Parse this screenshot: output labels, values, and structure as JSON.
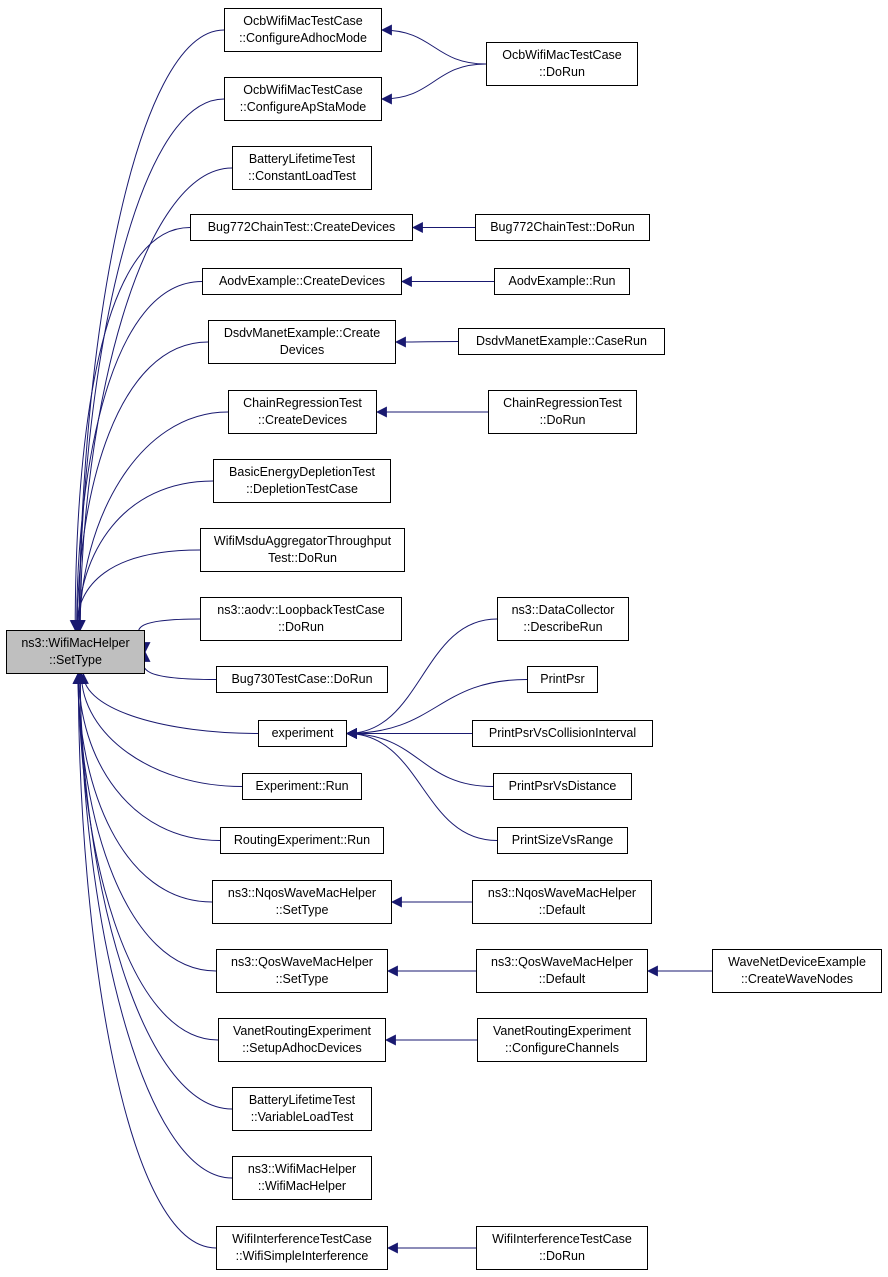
{
  "diagram": {
    "edge_color": "#191970",
    "root_fill": "#bfbfbf",
    "nodes": [
      {
        "id": "root",
        "lines": [
          "ns3::WifiMacHelper",
          "::SetType"
        ],
        "root": true
      },
      {
        "id": "ocb-adhoc",
        "lines": [
          "OcbWifiMacTestCase",
          "::ConfigureAdhocMode"
        ]
      },
      {
        "id": "ocb-apsta",
        "lines": [
          "OcbWifiMacTestCase",
          "::ConfigureApStaMode"
        ]
      },
      {
        "id": "ocb-dorun",
        "lines": [
          "OcbWifiMacTestCase",
          "::DoRun"
        ]
      },
      {
        "id": "battery-constant",
        "lines": [
          "BatteryLifetimeTest",
          "::ConstantLoadTest"
        ]
      },
      {
        "id": "bug772-create",
        "lines": [
          "Bug772ChainTest::CreateDevices"
        ]
      },
      {
        "id": "bug772-dorun",
        "lines": [
          "Bug772ChainTest::DoRun"
        ]
      },
      {
        "id": "aodv-create",
        "lines": [
          "AodvExample::CreateDevices"
        ]
      },
      {
        "id": "aodv-run",
        "lines": [
          "AodvExample::Run"
        ]
      },
      {
        "id": "dsdv-create",
        "lines": [
          "DsdvManetExample::Create",
          "Devices"
        ]
      },
      {
        "id": "dsdv-caserun",
        "lines": [
          "DsdvManetExample::CaseRun"
        ]
      },
      {
        "id": "chain-create",
        "lines": [
          "ChainRegressionTest",
          "::CreateDevices"
        ]
      },
      {
        "id": "chain-dorun",
        "lines": [
          "ChainRegressionTest",
          "::DoRun"
        ]
      },
      {
        "id": "basic-energy",
        "lines": [
          "BasicEnergyDepletionTest",
          "::DepletionTestCase"
        ]
      },
      {
        "id": "msdu-dorun",
        "lines": [
          "WifiMsduAggregatorThroughput",
          "Test::DoRun"
        ]
      },
      {
        "id": "aodv-loopback",
        "lines": [
          "ns3::aodv::LoopbackTestCase",
          "::DoRun"
        ]
      },
      {
        "id": "bug730-dorun",
        "lines": [
          "Bug730TestCase::DoRun"
        ]
      },
      {
        "id": "experiment-fn",
        "lines": [
          "experiment"
        ]
      },
      {
        "id": "datacollector",
        "lines": [
          "ns3::DataCollector",
          "::DescribeRun"
        ]
      },
      {
        "id": "printpsr",
        "lines": [
          "PrintPsr"
        ]
      },
      {
        "id": "printpsr-collision",
        "lines": [
          "PrintPsrVsCollisionInterval"
        ]
      },
      {
        "id": "printpsr-distance",
        "lines": [
          "PrintPsrVsDistance"
        ]
      },
      {
        "id": "printsize-range",
        "lines": [
          "PrintSizeVsRange"
        ]
      },
      {
        "id": "experiment-run",
        "lines": [
          "Experiment::Run"
        ]
      },
      {
        "id": "routing-run",
        "lines": [
          "RoutingExperiment::Run"
        ]
      },
      {
        "id": "nqos-settype",
        "lines": [
          "ns3::NqosWaveMacHelper",
          "::SetType"
        ]
      },
      {
        "id": "nqos-default",
        "lines": [
          "ns3::NqosWaveMacHelper",
          "::Default"
        ]
      },
      {
        "id": "qos-settype",
        "lines": [
          "ns3::QosWaveMacHelper",
          "::SetType"
        ]
      },
      {
        "id": "qos-default",
        "lines": [
          "ns3::QosWaveMacHelper",
          "::Default"
        ]
      },
      {
        "id": "wave-createnodes",
        "lines": [
          "WaveNetDeviceExample",
          "::CreateWaveNodes"
        ]
      },
      {
        "id": "vanet-setup",
        "lines": [
          "VanetRoutingExperiment",
          "::SetupAdhocDevices"
        ]
      },
      {
        "id": "vanet-configure",
        "lines": [
          "VanetRoutingExperiment",
          "::ConfigureChannels"
        ]
      },
      {
        "id": "battery-variable",
        "lines": [
          "BatteryLifetimeTest",
          "::VariableLoadTest"
        ]
      },
      {
        "id": "wifimachelper-ctor",
        "lines": [
          "ns3::WifiMacHelper",
          "::WifiMacHelper"
        ]
      },
      {
        "id": "interference-simple",
        "lines": [
          "WifiInterferenceTestCase",
          "::WifiSimpleInterference"
        ]
      },
      {
        "id": "interference-dorun",
        "lines": [
          "WifiInterferenceTestCase",
          "::DoRun"
        ]
      }
    ],
    "edges": [
      {
        "from": "ocb-adhoc",
        "to": "root"
      },
      {
        "from": "ocb-apsta",
        "to": "root"
      },
      {
        "from": "battery-constant",
        "to": "root"
      },
      {
        "from": "bug772-create",
        "to": "root"
      },
      {
        "from": "aodv-create",
        "to": "root"
      },
      {
        "from": "dsdv-create",
        "to": "root"
      },
      {
        "from": "chain-create",
        "to": "root"
      },
      {
        "from": "basic-energy",
        "to": "root"
      },
      {
        "from": "msdu-dorun",
        "to": "root"
      },
      {
        "from": "aodv-loopback",
        "to": "root"
      },
      {
        "from": "bug730-dorun",
        "to": "root"
      },
      {
        "from": "experiment-fn",
        "to": "root"
      },
      {
        "from": "experiment-run",
        "to": "root"
      },
      {
        "from": "routing-run",
        "to": "root"
      },
      {
        "from": "nqos-settype",
        "to": "root"
      },
      {
        "from": "qos-settype",
        "to": "root"
      },
      {
        "from": "vanet-setup",
        "to": "root"
      },
      {
        "from": "battery-variable",
        "to": "root"
      },
      {
        "from": "wifimachelper-ctor",
        "to": "root"
      },
      {
        "from": "interference-simple",
        "to": "root"
      },
      {
        "from": "ocb-dorun",
        "to": "ocb-adhoc"
      },
      {
        "from": "ocb-dorun",
        "to": "ocb-apsta"
      },
      {
        "from": "bug772-dorun",
        "to": "bug772-create"
      },
      {
        "from": "aodv-run",
        "to": "aodv-create"
      },
      {
        "from": "dsdv-caserun",
        "to": "dsdv-create"
      },
      {
        "from": "chain-dorun",
        "to": "chain-create"
      },
      {
        "from": "datacollector",
        "to": "experiment-fn"
      },
      {
        "from": "printpsr",
        "to": "experiment-fn"
      },
      {
        "from": "printpsr-collision",
        "to": "experiment-fn"
      },
      {
        "from": "printpsr-distance",
        "to": "experiment-fn"
      },
      {
        "from": "printsize-range",
        "to": "experiment-fn"
      },
      {
        "from": "nqos-default",
        "to": "nqos-settype"
      },
      {
        "from": "qos-default",
        "to": "qos-settype"
      },
      {
        "from": "wave-createnodes",
        "to": "qos-default"
      },
      {
        "from": "vanet-configure",
        "to": "vanet-setup"
      },
      {
        "from": "interference-dorun",
        "to": "interference-simple"
      }
    ]
  }
}
